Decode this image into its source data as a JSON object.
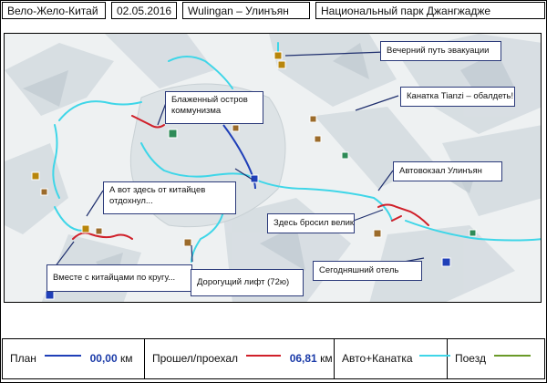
{
  "header": {
    "app": "Вело-Жело-Китай",
    "date": "02.05.2016",
    "route": "Wulingan – Улинъян",
    "park": "Национальный парк Джангжадже"
  },
  "callouts": {
    "evac": "Вечерний путь эвакуации",
    "island": "Блаженный остров коммунизма",
    "tianzi": "Канатка Tianzi – обалдеть!",
    "bus": "Автовокзал Улинъян",
    "chinese_rest": "А вот здесь от китайцев отдохнул...",
    "bike": "Здесь бросил велик",
    "hotel": "Сегодняшний отель",
    "circle": "Вместе с китайцами по кругу...",
    "lift": "Дорогущий лифт (72ю)"
  },
  "legend": {
    "plan_label": "План",
    "plan_value": "00,00",
    "plan_unit": "км",
    "plan_color": "#1f3fb8",
    "done_label": "Прошел/проехал",
    "done_value": "06,81",
    "done_unit": "км",
    "done_color": "#d0202a",
    "cable_label": "Авто+Канатка",
    "cable_color": "#3fd6e8",
    "train_label": "Поезд",
    "train_color": "#6a9a28"
  },
  "map_colors": {
    "terrain": "#e3e8ea",
    "shade": "#c9d2d8",
    "road": "#3fd6e8",
    "walk": "#d0202a"
  }
}
